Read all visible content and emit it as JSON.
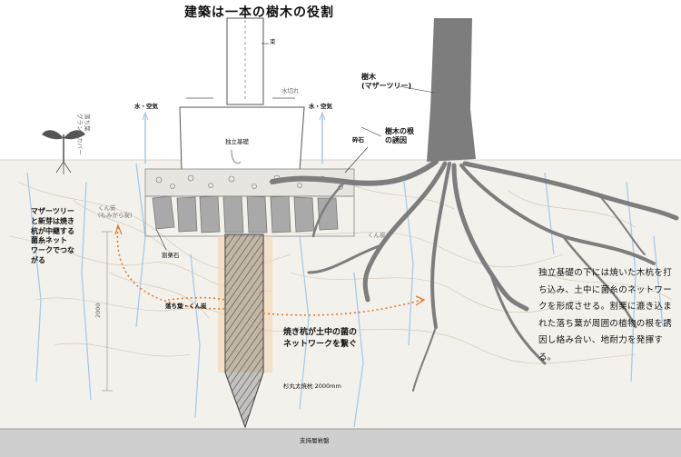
{
  "diagram": {
    "title": "建築は一本の樹木の役割",
    "labels": {
      "pillar": "束",
      "tree": "樹木\n(マザーツリー)",
      "water_air_left": "水・空気",
      "water_air_right": "水・空気",
      "foundation": "独立基礎",
      "gravel": "砕石",
      "root_inducement": "樹木の根\nの誘因",
      "leaves_cover": "落ち葉\nグランドカバー",
      "water_drop": "水切れ",
      "humus_left": "くん炭\n(もみがら炭)",
      "humus_right": "くん炭",
      "split_stone": "割栗石",
      "mother_tree_note": "マザーツリー\nと新芽は焼き\n杭が中継する\n菌糸ネット\nワークでつな\nがる",
      "leaves_humus": "落ち葉・くん炭",
      "pile_network": "焼き杭が土中の菌の\nネットワークを繋ぐ",
      "pile_spec": "杉丸太焼杭 2000mm",
      "bearing_layer": "支持層岩盤",
      "depth_mark": "2000"
    },
    "description": "独立基礎の下には焼いた木杭を打ち込み、土中に菌糸のネットワークを形成させる。割栗に漉き込まれた落ち葉が周囲の植物の根を誘因し絡み合い、地耐力を発揮する。"
  }
}
